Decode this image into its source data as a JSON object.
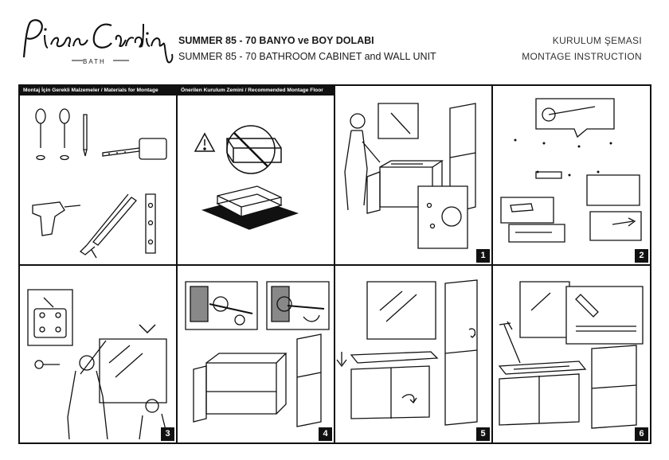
{
  "brand": {
    "logo_text": "Pierre Cardin",
    "sub": "BATH"
  },
  "title": {
    "line1": "SUMMER 85 - 70 BANYO ve BOY DOLABI",
    "line2": "SUMMER 85 - 70 BATHROOM CABINET and WALL UNIT"
  },
  "doc_type": {
    "line1": "KURULUM ŞEMASI",
    "line2": "MONTAGE INSTRUCTION"
  },
  "panels": {
    "materials": {
      "label": "Montaj İçin Gerekli Malzemeler / Materials for Montage"
    },
    "floor": {
      "label": "Önerilen Kurulum Zemini / Recommended Montage Floor"
    },
    "step1": {
      "number": "1"
    },
    "step2": {
      "number": "2"
    },
    "step3": {
      "number": "3"
    },
    "step4": {
      "number": "4"
    },
    "step5": {
      "number": "5"
    },
    "step6": {
      "number": "6"
    }
  }
}
